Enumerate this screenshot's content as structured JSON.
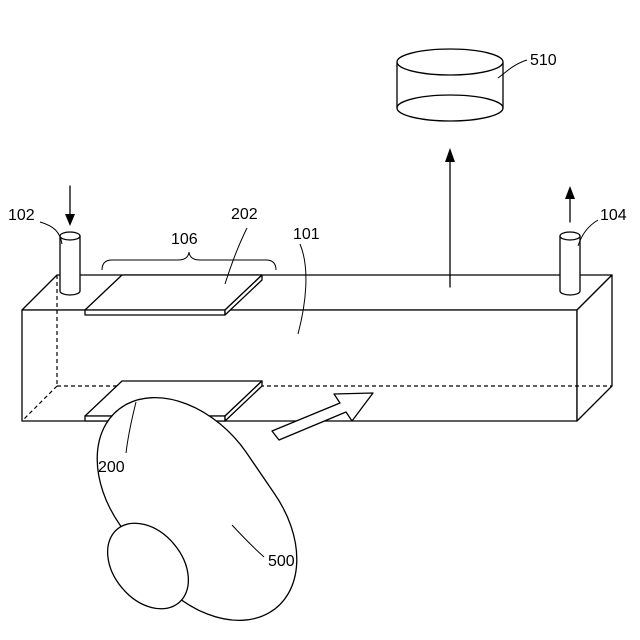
{
  "labels": {
    "l102": "102",
    "l104": "104",
    "l106": "106",
    "l202": "202",
    "l101": "101",
    "l200": "200",
    "l500": "500",
    "l510": "510"
  }
}
